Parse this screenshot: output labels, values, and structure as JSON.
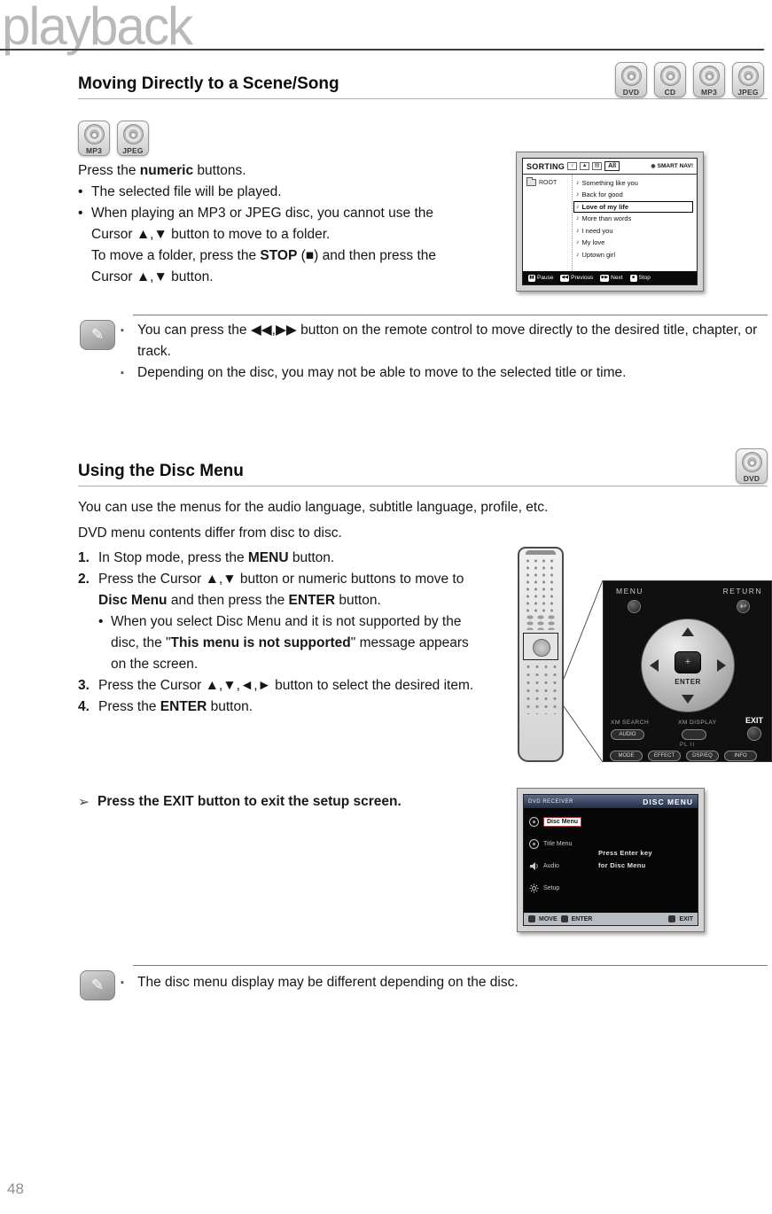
{
  "header": {
    "brand": "playback",
    "page_number": "48"
  },
  "badges": {
    "section1": [
      "DVD",
      "CD",
      "MP3",
      "JPEG"
    ],
    "inline": [
      "MP3",
      "JPEG"
    ],
    "section2": [
      "DVD"
    ]
  },
  "icons": {
    "pencil": "✎",
    "bullet_dot": "•",
    "bullet_square": "▪",
    "music_note": "♪",
    "photo": "▲",
    "list": "▤",
    "smart_dot": "◉",
    "pause": "▮▮",
    "prev": "◀◀",
    "next": "▶▶",
    "stop": "■",
    "return_arrow": "↩",
    "plus": "+"
  },
  "section1": {
    "title": "Moving Directly to a Scene/Song",
    "p1": {
      "pre": "Press the ",
      "bold": "numeric",
      "post": " buttons."
    },
    "bullet1": "The selected file will be played.",
    "bullet2_l1": "When playing an MP3 or JPEG disc, you cannot use the",
    "bullet2_l2": "Cursor ▲,▼ button to move to a folder.",
    "p2": {
      "pre": "To move a folder, press the ",
      "bold": "STOP",
      "post": " (■) and then press the"
    },
    "p2_l2": "Cursor ▲,▼ button.",
    "note": {
      "item1": "You can press the ◀◀,▶▶ button on the remote control to move directly to the desired title, chapter, or track.",
      "item2": "Depending on the disc, you may not be able to move to the selected title or time."
    },
    "screen": {
      "title": "SORTING",
      "all_label": "All",
      "smart_nav": "SMART NAV!",
      "root_label": "ROOT",
      "songs": [
        "Something like you",
        "Back for good",
        "Love of my life",
        "More than words",
        "I need you",
        "My love",
        "Uptown girl"
      ],
      "controls": {
        "pause": "Pause",
        "previous": "Previous",
        "next": "Next",
        "stop": "Stop"
      }
    }
  },
  "section2": {
    "title": "Using the Disc Menu",
    "intro1": "You can use the menus for the audio language, subtitle language, profile, etc.",
    "intro2": "DVD menu contents differ from disc to disc.",
    "steps": {
      "n1": "1.",
      "s1": {
        "pre": "In Stop mode, press the ",
        "bold": "MENU",
        "post": " button."
      },
      "n2": "2.",
      "s2": {
        "pre": "Press the Cursor ▲,▼ button or numeric buttons to move to ",
        "bold1": "Disc Menu",
        "mid": " and then press the ",
        "bold2": "ENTER",
        "post": " button."
      },
      "s2_sub": {
        "pre": "When you select Disc Menu and it is not supported by the disc, the \"",
        "bold": "This menu is not supported",
        "post": "\" message appears on the screen."
      },
      "n3": "3.",
      "s3": "Press the Cursor ▲,▼,◄,► button to select the desired item.",
      "n4": "4.",
      "s4": {
        "pre": "Press the ",
        "bold": "ENTER",
        "post": " button."
      }
    },
    "exit_tip": {
      "arrow": "➢",
      "text": "Press the EXIT button to exit the setup screen."
    },
    "note": {
      "item1": "The disc menu display may be different depending on the disc."
    },
    "remote_panel": {
      "menu": "MENU",
      "return_label": "RETURN",
      "enter": "ENTER",
      "xm_search": "XM SEARCH",
      "xm_display": "XM DISPLAY",
      "exit": "EXIT",
      "audio": "AUDIO",
      "pl2": "PL II",
      "bottom": [
        "MODE",
        "EFFECT",
        "DSP/EQ",
        "INFO"
      ]
    },
    "disc_screen": {
      "receiver": "DVD RECEIVER",
      "title": "DISC MENU",
      "items": [
        "Disc Menu",
        "Title Menu",
        "Audio",
        "Setup"
      ],
      "msg1": "Press Enter key",
      "msg2": "for Disc Menu",
      "footer": {
        "move": "MOVE",
        "enter": "ENTER",
        "exit": "EXIT"
      }
    }
  }
}
